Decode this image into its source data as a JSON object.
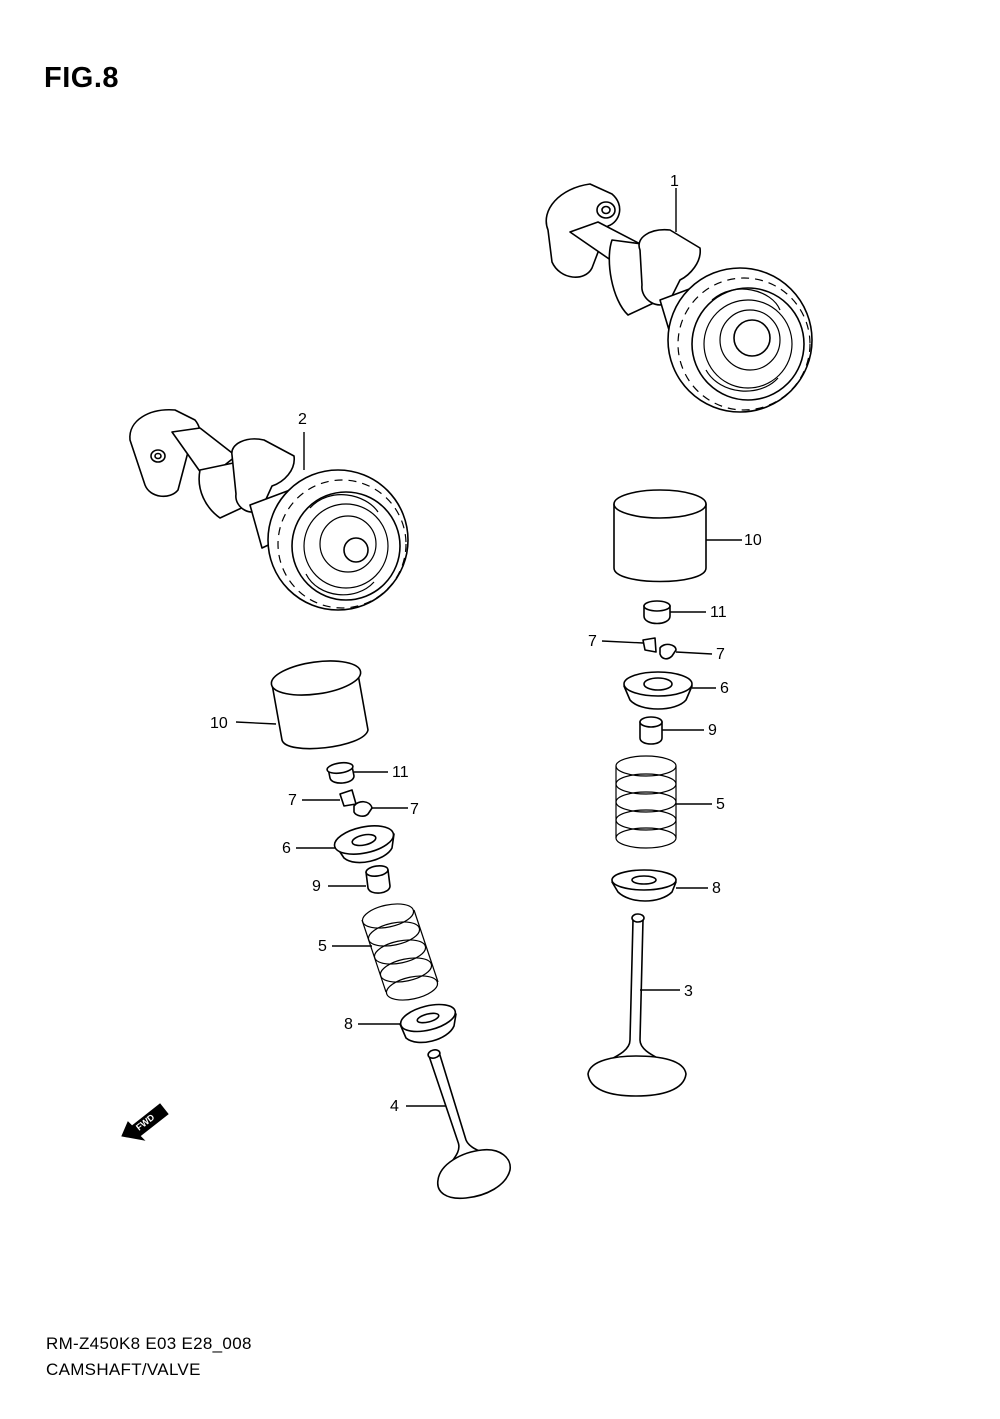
{
  "figure": {
    "title": "FIG.8"
  },
  "footer": {
    "model_code": "RM-Z450K8 E03 E28_008",
    "section_name": "CAMSHAFT/VALVE"
  },
  "fwd_marker": {
    "label": "FWD",
    "icon": "fwd-arrow-icon"
  },
  "callouts": {
    "c1": "1",
    "c2": "2",
    "c3": "3",
    "c4": "4",
    "c5_right": "5",
    "c5_left": "5",
    "c6_right": "6",
    "c6_left": "6",
    "c7_right_a": "7",
    "c7_right_b": "7",
    "c7_left_a": "7",
    "c7_left_b": "7",
    "c8_right": "8",
    "c8_left": "8",
    "c9_right": "9",
    "c9_left": "9",
    "c10_right": "10",
    "c10_left": "10",
    "c11_right": "11",
    "c11_left": "11"
  },
  "parts": {
    "camshaft_1": "camshaft-icon",
    "camshaft_2": "camshaft-icon",
    "valve_3": "valve-icon",
    "valve_4": "valve-icon",
    "spring_5": "valve-spring-icon",
    "retainer_6": "spring-retainer-icon",
    "cotter_7": "valve-cotter-icon",
    "seat_8": "spring-seat-icon",
    "oil_seal_9": "oil-seal-icon",
    "tappet_10": "tappet-icon",
    "shim_11": "shim-icon"
  }
}
